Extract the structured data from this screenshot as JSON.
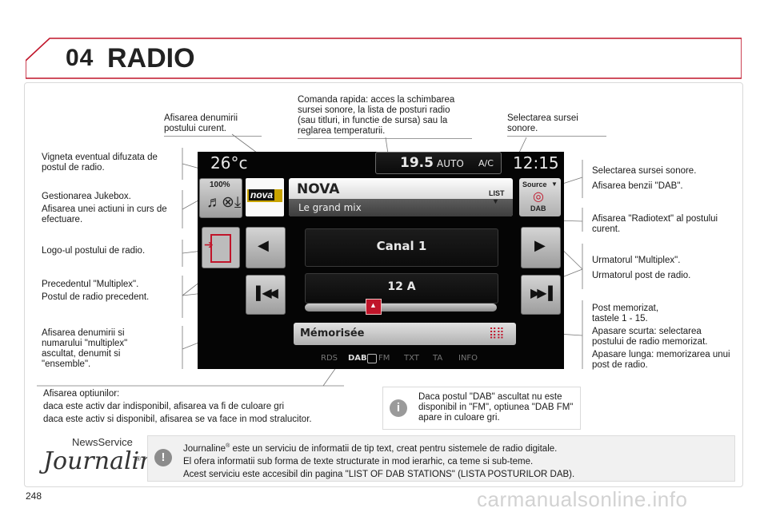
{
  "header": {
    "chapter_number": "04",
    "chapter_title": "RADIO"
  },
  "page_number": "248",
  "watermark": "carmanualsonline.info",
  "screen": {
    "temperature": "26°c",
    "temp_setpoint": "19.5",
    "auto_label": "AUTO",
    "ac_label": "A/C",
    "clock": "12:15",
    "volume": "100%",
    "station_logo": "nova",
    "station_name": "NOVA",
    "radiotext": "Le grand mix",
    "list_label": "LIST",
    "source_label": "Source",
    "dab_icon_label": "DAB",
    "multiplex_name": "Canal 1",
    "ensemble_name": "12 A",
    "memorise_label": "Mémorisée",
    "footer_options": [
      "RDS",
      "DAB",
      "FM",
      "TXT",
      "TA",
      "INFO"
    ],
    "colors": {
      "accent_red": "#c0152a",
      "background": "#050505"
    }
  },
  "annotations": {
    "station_name_display": [
      "Afisarea denumirii",
      "postului curent."
    ],
    "quick_command": [
      "Comanda rapida: acces la schimbarea",
      "sursei sonore, la lista de posturi radio",
      "(sau titluri, in functie de sursa) sau la",
      "reglarea temperaturii."
    ],
    "source_select_top": [
      "Selectarea sursei",
      "sonore."
    ],
    "vignette": [
      "Vigneta eventual difuzata de",
      "postul de radio."
    ],
    "jukebox": {
      "line1": "Gestionarea Jukebox.",
      "line2": "Afisarea unei actiuni in curs de efectuare."
    },
    "station_logo": "Logo-ul postului de radio.",
    "previous": {
      "line1": "Precedentul \"Multiplex\".",
      "line2": "Postul de radio precedent."
    },
    "multiplex_name": "Afisarea denumirii si numarului \"multiplex\" ascultat, denumit si \"ensemble\".",
    "source_select_right": {
      "line1": "Selectarea sursei sonore.",
      "line2": "Afisarea benzii \"DAB\"."
    },
    "radiotext": "Afisarea \"Radiotext\" al postului curent.",
    "next": {
      "line1": "Urmatorul \"Multiplex\".",
      "line2": "Urmatorul post de radio."
    },
    "preset": {
      "line1": "Post memorizat,",
      "line2": "tastele 1 - 15.",
      "line3": "Apasare scurta: selectarea postului de radio memorizat.",
      "line4": "Apasare lunga: memorizarea unui post de radio."
    },
    "options": {
      "line1": "Afisarea optiunilor:",
      "line2": "daca este activ dar indisponibil, afisarea va fi de culoare gri",
      "line3": "daca este activ si disponibil, afisarea se va face in mod stralucitor."
    }
  },
  "info_note": "Daca postul \"DAB\" ascultat nu este disponibil in \"FM\", optiunea \"DAB FM\" apare in culoare gri.",
  "journaline": {
    "logo_top": "NewsService",
    "logo_main": "Journaline",
    "line1_prefix": "Journaline",
    "line1_rest": " este un serviciu de informatii de tip text, creat pentru sistemele de radio digitale.",
    "line2": "El ofera informatii sub forma de texte structurate in mod ierarhic, ca teme si sub-teme.",
    "line3": "Acest serviciu este accesibil din pagina \"LIST OF DAB STATIONS\" (LISTA POSTURILOR DAB)."
  }
}
